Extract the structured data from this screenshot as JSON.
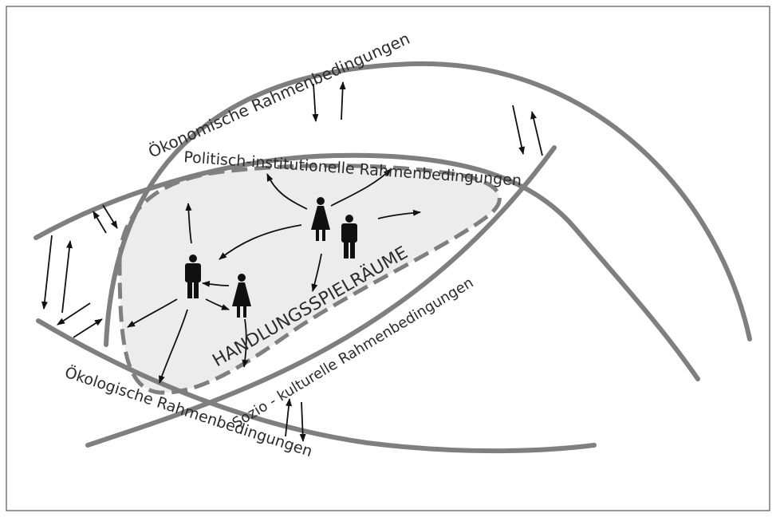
{
  "diagram": {
    "labels": {
      "oekonomisch": "Ökonomische Rahmenbedingungen",
      "politisch": "Politisch-institutionelle Rahmenbedingungen",
      "soziokulturell": "Sozio - kulturelle Rahmenbedingungen",
      "oekologisch": "Ökologische Rahmenbedingungen",
      "handlungsspielraeume": "HANDLUNGSSPIELRÄUME"
    },
    "colors": {
      "band": "#7f7f7f",
      "dashed_border": "#7f7f7f",
      "shaded_area": "#ececec",
      "figure": "#111111",
      "arrow": "#111111",
      "text": "#2b2b2b"
    },
    "icons": {
      "female": "female-person-icon",
      "male": "male-person-icon"
    }
  }
}
